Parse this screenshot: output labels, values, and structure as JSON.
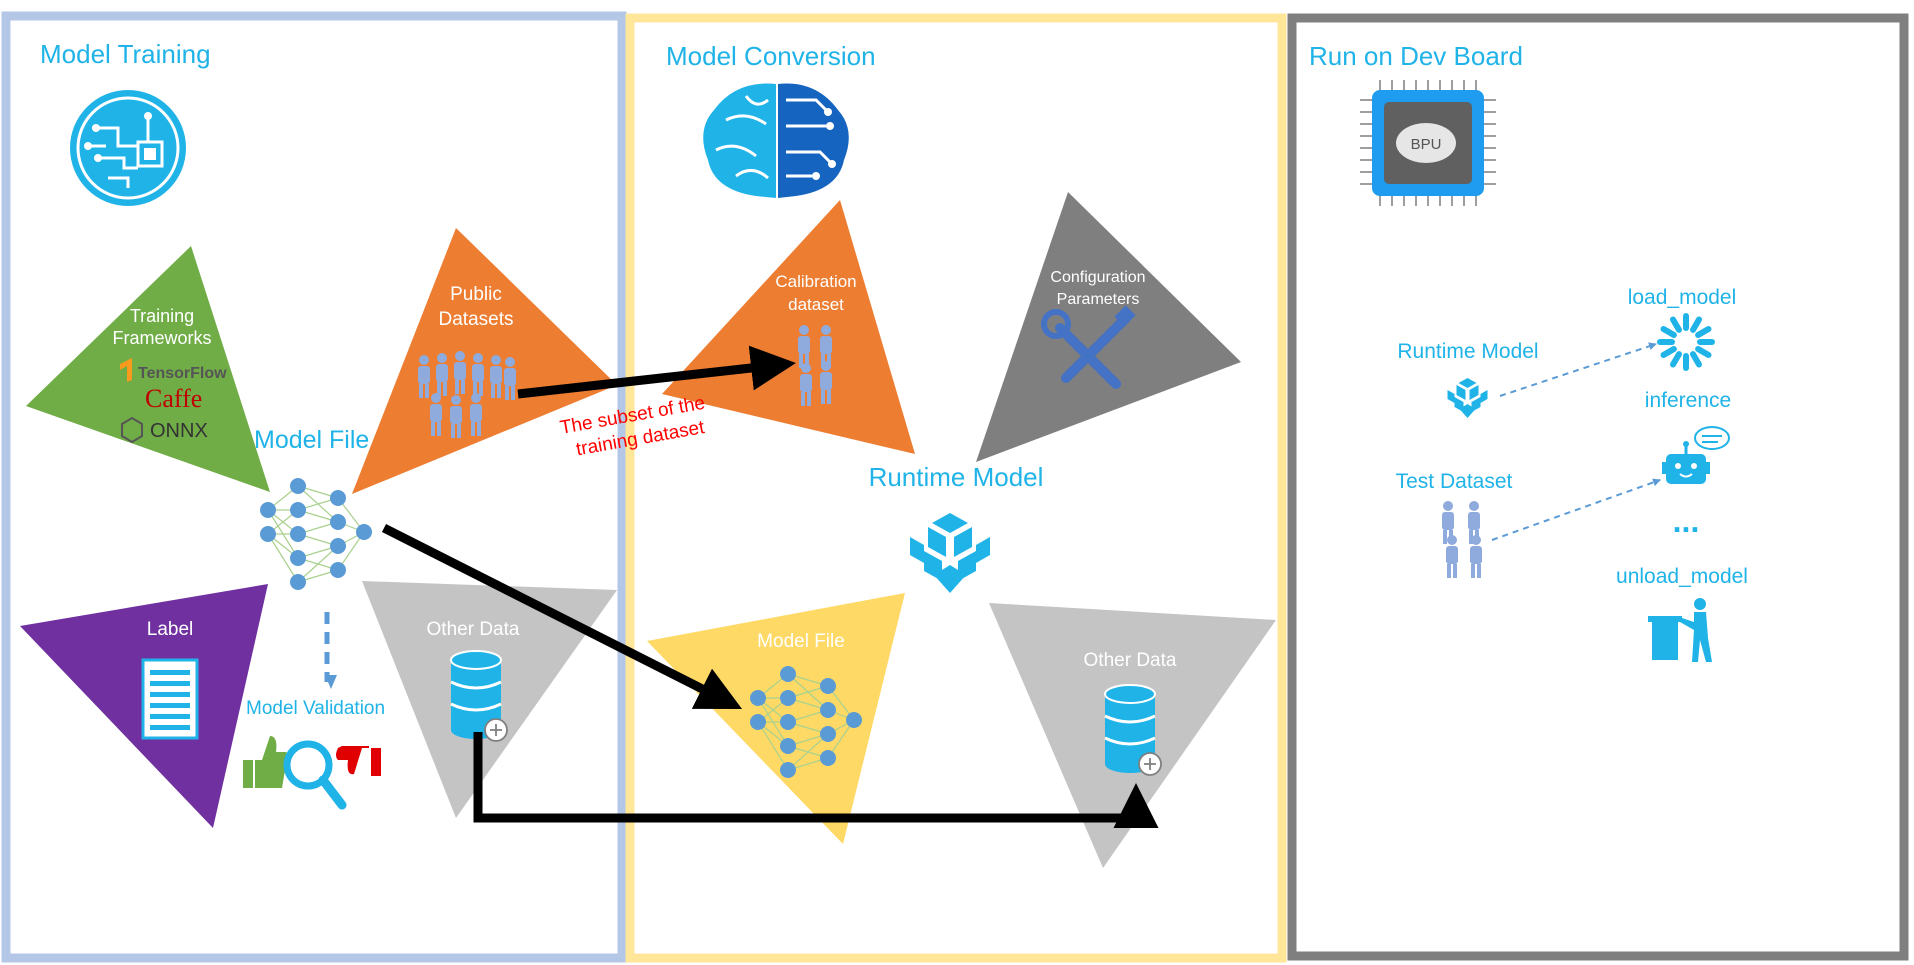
{
  "colors": {
    "panel_training_border": "#b4c7e7",
    "panel_conversion_border": "#ffe699",
    "panel_board_border": "#7f7f7f",
    "accent_cyan": "#1fb3e8",
    "orange": "#ed7d31",
    "green": "#70ad47",
    "purple": "#7030a0",
    "gray_dark": "#7f7f7f",
    "gray_light": "#c4c4c4",
    "yellow": "#ffd966",
    "network_blue": "#5b9bd5",
    "people_blue": "#8faadc",
    "red_annotation": "#ff0000"
  },
  "panels": {
    "training": {
      "title": "Model Training",
      "frameworks_label": "Training Frameworks",
      "tensorflow": "TensorFlow",
      "caffe": "Caffe",
      "onnx": "ONNX",
      "public_datasets": "Public Datasets",
      "model_file": "Model File",
      "label": "Label",
      "other_data": "Other Data",
      "model_validation": "Model Validation"
    },
    "conversion": {
      "title": "Model Conversion",
      "calibration": "Calibration dataset",
      "config": "Configuration Parameters",
      "runtime_model": "Runtime Model",
      "model_file": "Model File",
      "other_data": "Other Data"
    },
    "board": {
      "title": "Run on Dev Board",
      "bpu": "BPU",
      "runtime_model": "Runtime Model",
      "test_dataset": "Test Dataset",
      "load_model": "load_model",
      "inference": "inference",
      "ellipsis": "...",
      "unload_model": "unload_model"
    }
  },
  "annotation": {
    "subset_line1": "The subset of the",
    "subset_line2": "training dataset"
  }
}
